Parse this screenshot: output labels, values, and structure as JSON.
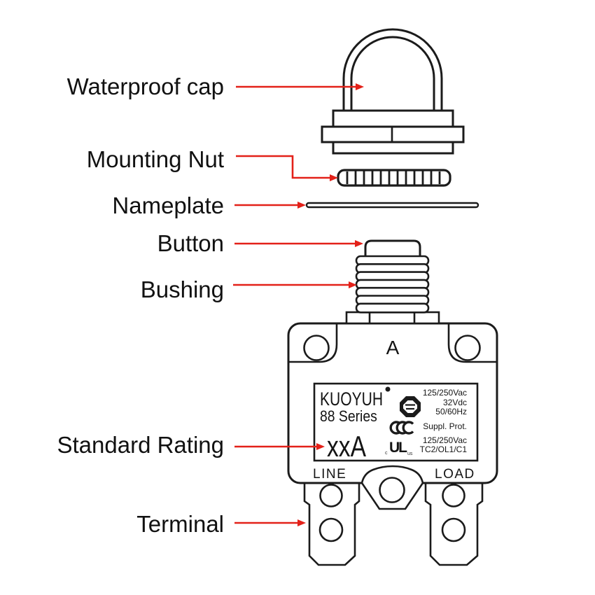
{
  "colors": {
    "ink": "#1b1b1b",
    "arrow_red": "#e32119",
    "background": "#ffffff"
  },
  "part_labels": [
    {
      "text": "Waterproof cap"
    },
    {
      "text": "Mounting Nut"
    },
    {
      "text": "Nameplate"
    },
    {
      "text": "Button"
    },
    {
      "text": "Bushing"
    },
    {
      "text": "Standard Rating"
    },
    {
      "text": "Terminal"
    }
  ],
  "breaker": {
    "top_marking": "A",
    "terminals": {
      "line": "LINE",
      "load": "LOAD"
    },
    "nameplate": {
      "brand": "KUOYUH",
      "series": "88 Series",
      "rating": "xxA",
      "electrical_specs": [
        "125/250Vac",
        "32Vdc",
        "50/60Hz"
      ],
      "approval_specs": [
        "Suppl. Prot.",
        "125/250Vac",
        "TC2/OL1/C1"
      ],
      "ul_mark": {
        "prefix": "c",
        "letters": "UL",
        "suffix": "us"
      },
      "logo_icons": [
        "tuv-octagon-logo",
        "ccc-logo",
        "ul-recognized-logo"
      ]
    }
  }
}
